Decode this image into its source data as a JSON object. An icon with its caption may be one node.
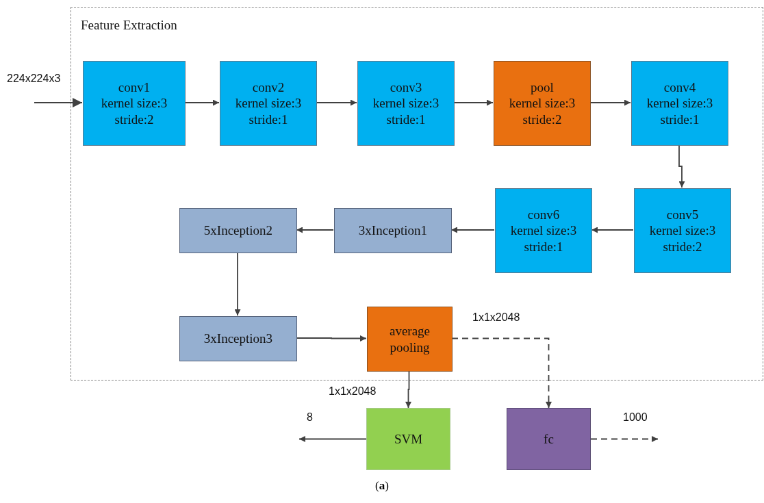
{
  "diagram": {
    "caption": "(**a**)",
    "nodes": [
      {
        "text": [
          "Feature Extraction"
        ]
      },
      {
        "text": [
          "conv1",
          "kernel size:3 stride:2"
        ],
        "in": 0
      },
      {
        "text": [
          "conv2",
          "kernel size:3 stride:1"
        ],
        "in": 0
      },
      {
        "text": [
          "conv3",
          "kernel size:3 stride:1"
        ],
        "in": 0
      },
      {
        "text": [
          "pool",
          "kernel size:3 stride:2"
        ],
        "in": 0
      },
      {
        "text": [
          "conv4",
          "kernel size:3 stride:1"
        ],
        "in": 0
      },
      {
        "text": [
          "conv5",
          "kernel size:3 stride:2"
        ],
        "in": 0
      },
      {
        "text": [
          "conv6",
          "kernel size:3 stride:1"
        ],
        "in": 0
      },
      {
        "text": [
          "3xInception1"
        ],
        "in": 0
      },
      {
        "text": [
          "5xInception2"
        ],
        "in": 0
      },
      {
        "text": [
          "3xInception3"
        ],
        "in": 0
      },
      {
        "text": [
          "average pooling"
        ],
        "in": 0
      },
      {
        "text": [
          "SVM"
        ]
      },
      {
        "text": [
          "fc"
        ]
      }
    ],
    "edges": [
      {
        "from": null,
        "to": 1,
        "arrow": "to",
        "label": "224x224x3"
      },
      {
        "from": 1,
        "to": 2,
        "arrow": "to"
      },
      {
        "from": 2,
        "to": 3,
        "arrow": "to"
      },
      {
        "from": 3,
        "to": 4,
        "arrow": "to"
      },
      {
        "from": 4,
        "to": 5,
        "arrow": "to"
      },
      {
        "from": 5,
        "to": 6,
        "arrow": "to"
      },
      {
        "from": 6,
        "to": 7,
        "arrow": "to"
      },
      {
        "from": 7,
        "to": 8,
        "arrow": "to"
      },
      {
        "from": 8,
        "to": 9,
        "arrow": "to"
      },
      {
        "from": 9,
        "to": 10,
        "arrow": "to"
      },
      {
        "from": 10,
        "to": 11,
        "arrow": "to"
      },
      {
        "from": 11,
        "to": 12,
        "arrow": "to",
        "label": "1x1x2048"
      },
      {
        "from": 11,
        "to": 13,
        "arrow": "to",
        "label": "1x1x2048",
        "style": "dashed"
      },
      {
        "from": 12,
        "to": null,
        "arrow": "to",
        "label": "8"
      },
      {
        "from": 13,
        "to": null,
        "arrow": "to",
        "label": "1000",
        "style": "dashed"
      }
    ]
  }
}
